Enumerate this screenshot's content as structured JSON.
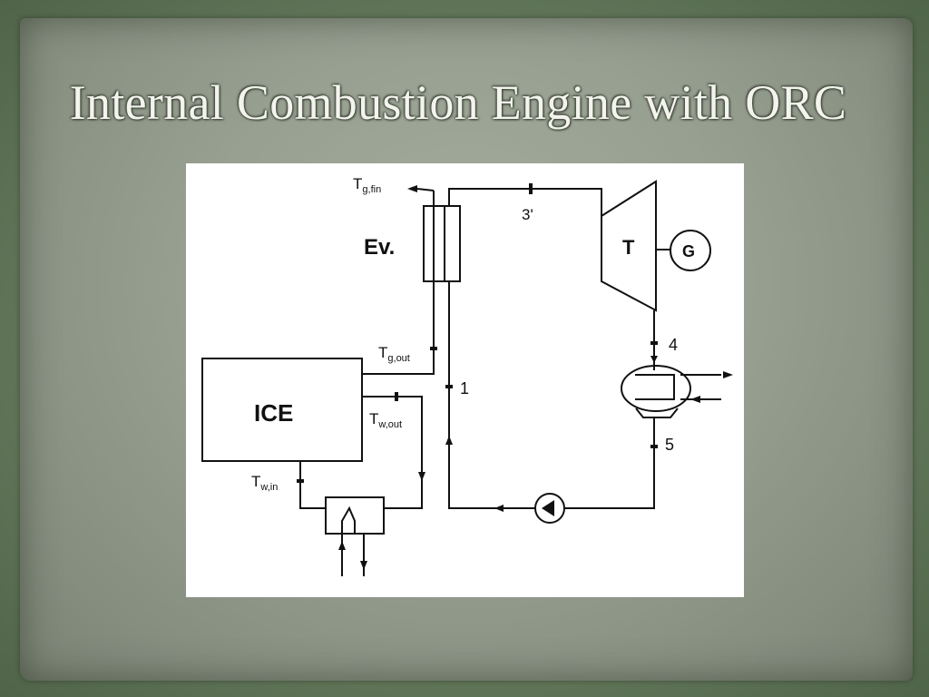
{
  "slide": {
    "title": "Internal Combustion Engine with ORC"
  },
  "diagram": {
    "labels": {
      "ice": "ICE",
      "evaporator": "Ev.",
      "turbine": "T",
      "generator": "G",
      "t_g_fin_main": "T",
      "t_g_fin_sub": "g,fin",
      "t_g_out_main": "T",
      "t_g_out_sub": "g,out",
      "t_w_out_main": "T",
      "t_w_out_sub": "w,out",
      "t_w_in_main": "T",
      "t_w_in_sub": "w,in",
      "state_3": "3'",
      "state_1": "1",
      "state_4": "4",
      "state_5": "5"
    },
    "colors": {
      "line": "#111111",
      "background": "#ffffff"
    }
  }
}
